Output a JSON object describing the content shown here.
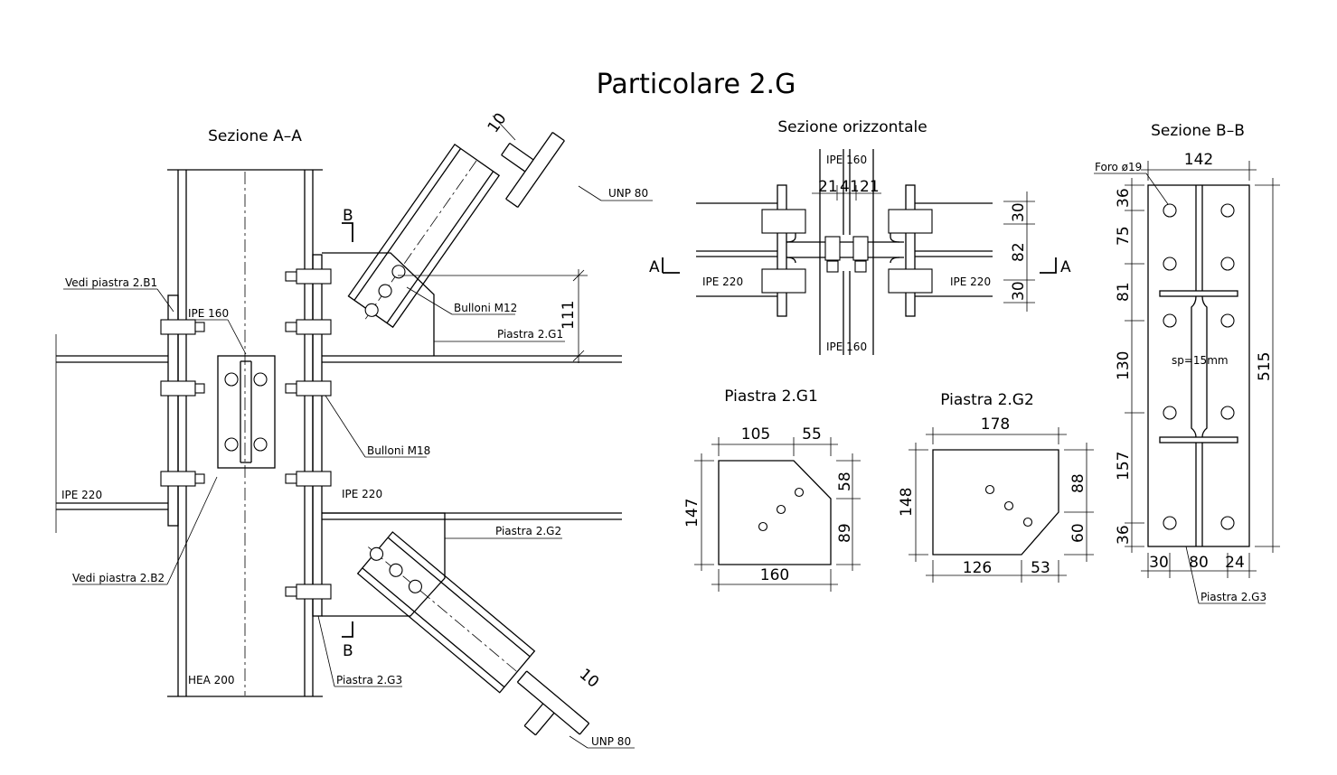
{
  "title": "Particolare 2.G",
  "sections": {
    "aa": "Sezione A–A",
    "orizz": "Sezione orizzontale",
    "bb": "Sezione B–B",
    "g1": "Piastra 2.G1",
    "g2": "Piastra 2.G2"
  },
  "aa_labels": {
    "unp_top": "UNP 80",
    "unp_bot": "UNP 80",
    "b_top": "B",
    "b_bot": "B",
    "vedi_b1": "Vedi piastra 2.B1",
    "ipe160": "IPE 160",
    "bulloni_m12": "Bulloni M12",
    "piastra_g1": "Piastra 2.G1",
    "bulloni_m18": "Bulloni M18",
    "ipe220_left": "IPE 220",
    "ipe220_right": "IPE 220",
    "piastra_g2": "Piastra 2.G2",
    "vedi_b2": "Vedi piastra 2.B2",
    "hea200": "HEA 200",
    "piastra_g3": "Piastra 2.G3",
    "dim_10_top": "10",
    "dim_10_bot": "10",
    "dim_111": "111"
  },
  "orizz_labels": {
    "ipe160_top": "IPE 160",
    "ipe160_bot": "IPE 160",
    "ipe220_left": "IPE 220",
    "ipe220_right": "IPE 220",
    "a_left": "A",
    "a_right": "A",
    "d21a": "21",
    "d41": "41",
    "d21b": "21",
    "d30a": "30",
    "d82": "82",
    "d30b": "30"
  },
  "g1_dims": {
    "top1": "105",
    "top2": "55",
    "left": "147",
    "r1": "58",
    "r2": "89",
    "bottom": "160"
  },
  "g2_dims": {
    "top": "178",
    "left": "148",
    "r1": "88",
    "r2": "60",
    "b1": "126",
    "b2": "53"
  },
  "bb_labels": {
    "foro": "Foro ø19",
    "top": "142",
    "v36a": "36",
    "v75": "75",
    "v81": "81",
    "v130": "130",
    "v157": "157",
    "v36b": "36",
    "total": "515",
    "sp": "sp=15mm",
    "b30": "30",
    "b80": "80",
    "b24": "24",
    "piastra_g3": "Piastra 2.G3"
  }
}
